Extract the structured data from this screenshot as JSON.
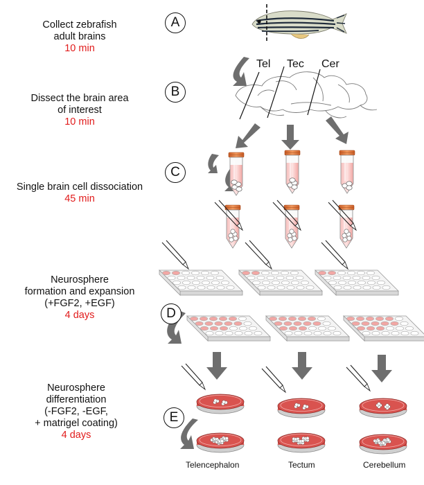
{
  "steps": [
    {
      "letter": "A",
      "lines": [
        "Collect zebrafish",
        "adult brains"
      ],
      "time": "10 min"
    },
    {
      "letter": "B",
      "lines": [
        "Dissect the brain area",
        "of interest"
      ],
      "time": "10 min"
    },
    {
      "letter": "C",
      "lines": [
        "Single brain cell dissociation"
      ],
      "time": "45 min"
    },
    {
      "letter": "D",
      "lines": [
        "Neurosphere",
        "formation and expansion",
        "(+FGF2, +EGF)"
      ],
      "time": "4 days"
    },
    {
      "letter": "E",
      "lines": [
        "Neurosphere",
        "differentiation",
        "(-FGF2, -EGF,",
        "+ matrigel coating)"
      ],
      "time": "4 days"
    }
  ],
  "regions": [
    "Tel",
    "Tec",
    "Cer"
  ],
  "bottom_labels": [
    "Telencephalon",
    "Tectum",
    "Cerebellum"
  ],
  "colors": {
    "time": "#e11b1b",
    "arrow": "#6e6e6e",
    "cap": "#e07a3c",
    "pink": "#f2a7a4",
    "dish": "#d9534f"
  }
}
